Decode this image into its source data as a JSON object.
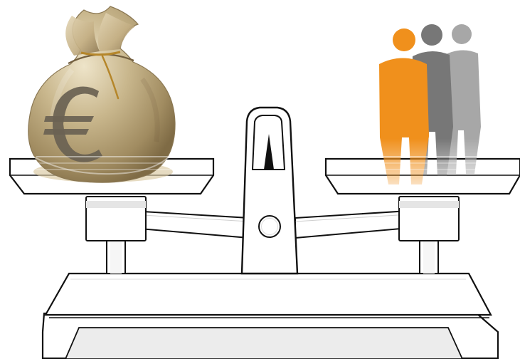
{
  "image": {
    "subject": "balance-scale",
    "left_pan_item": "money-bag",
    "right_pan_item": "people-silhouettes",
    "money_bag_symbol": "€",
    "colors": {
      "background": "#ffffff",
      "scale_outline": "#111111",
      "scale_fill": "#ffffff",
      "scale_shadow": "#d9d9d9",
      "bag_fill": "#c6b48a",
      "bag_dark": "#8f7c55",
      "bag_light": "#e7dcc0",
      "bag_string": "#b5862a",
      "euro_symbol": "#6d6354",
      "person_orange": "#f0901c",
      "person_dark_gray": "#777777",
      "person_light_gray": "#a7a7a7"
    }
  }
}
